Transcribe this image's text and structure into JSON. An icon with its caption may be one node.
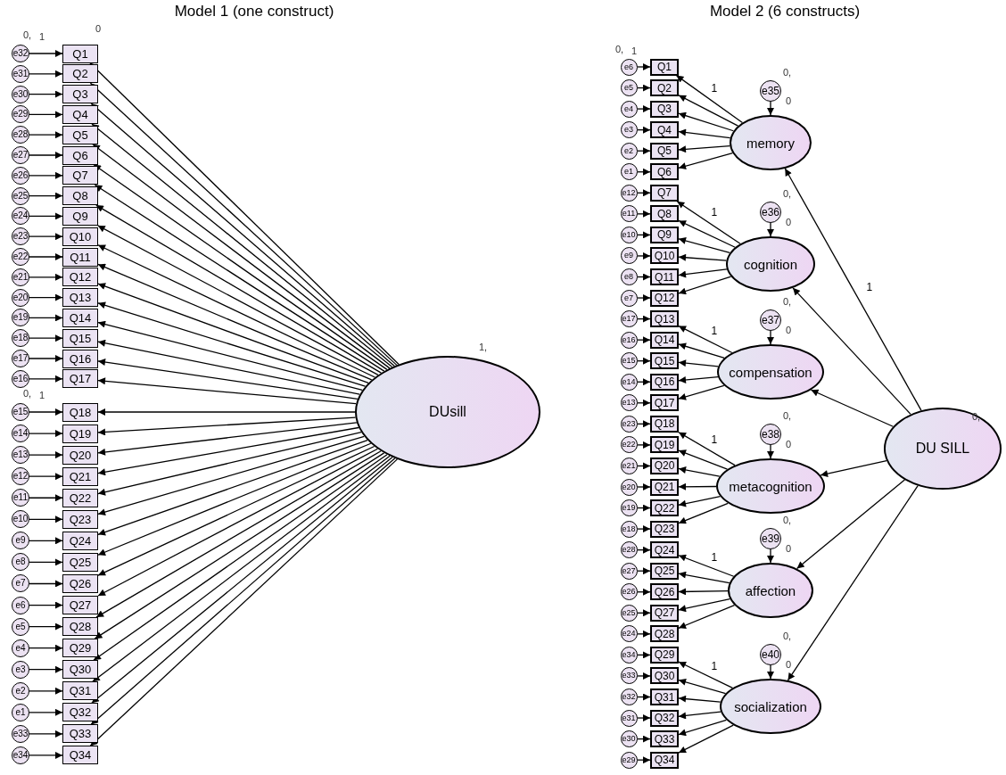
{
  "diagram": {
    "nodes": [
      {
        "text": [
          "Q1"
        ]
      },
      {
        "text": [
          "Q2"
        ]
      },
      {
        "text": [
          "Q3"
        ]
      },
      {
        "text": [
          "Q4"
        ]
      },
      {
        "text": [
          "Q5"
        ]
      },
      {
        "text": [
          "Q6"
        ]
      },
      {
        "text": [
          "Q7"
        ]
      },
      {
        "text": [
          "Q8"
        ]
      },
      {
        "text": [
          "Q9"
        ]
      },
      {
        "text": [
          "Q10"
        ]
      },
      {
        "text": [
          "Q11"
        ]
      },
      {
        "text": [
          "Q12"
        ]
      },
      {
        "text": [
          "Q13"
        ]
      },
      {
        "text": [
          "Q14"
        ]
      },
      {
        "text": [
          "Q15"
        ]
      },
      {
        "text": [
          "Q16"
        ]
      },
      {
        "text": [
          "Q17"
        ]
      },
      {
        "text": [
          "Q18"
        ]
      },
      {
        "text": [
          "Q19"
        ]
      },
      {
        "text": [
          "Q20"
        ]
      },
      {
        "text": [
          "Q21"
        ]
      },
      {
        "text": [
          "Q22"
        ]
      },
      {
        "text": [
          "Q23"
        ]
      },
      {
        "text": [
          "Q24"
        ]
      },
      {
        "text": [
          "Q25"
        ]
      },
      {
        "text": [
          "Q26"
        ]
      },
      {
        "text": [
          "Q27"
        ]
      },
      {
        "text": [
          "Q28"
        ]
      },
      {
        "text": [
          "Q29"
        ]
      },
      {
        "text": [
          "Q30"
        ]
      },
      {
        "text": [
          "Q31"
        ]
      },
      {
        "text": [
          "Q32"
        ]
      },
      {
        "text": [
          "Q33"
        ]
      },
      {
        "text": [
          "Q34"
        ]
      },
      {
        "text": [
          "e32"
        ]
      },
      {
        "text": [
          "e31"
        ]
      },
      {
        "text": [
          "e30"
        ]
      },
      {
        "text": [
          "e29"
        ]
      },
      {
        "text": [
          "e28"
        ]
      },
      {
        "text": [
          "e27"
        ]
      },
      {
        "text": [
          "e26"
        ]
      },
      {
        "text": [
          "e25"
        ]
      },
      {
        "text": [
          "e24"
        ]
      },
      {
        "text": [
          "e23"
        ]
      },
      {
        "text": [
          "e22"
        ]
      },
      {
        "text": [
          "e21"
        ]
      },
      {
        "text": [
          "e20"
        ]
      },
      {
        "text": [
          "e19"
        ]
      },
      {
        "text": [
          "e18"
        ]
      },
      {
        "text": [
          "e17"
        ]
      },
      {
        "text": [
          "e16"
        ]
      },
      {
        "text": [
          "e15"
        ]
      },
      {
        "text": [
          "e14"
        ]
      },
      {
        "text": [
          "e13"
        ]
      },
      {
        "text": [
          "e12"
        ]
      },
      {
        "text": [
          "e11"
        ]
      },
      {
        "text": [
          "e10"
        ]
      },
      {
        "text": [
          "e9"
        ]
      },
      {
        "text": [
          "e8"
        ]
      },
      {
        "text": [
          "e7"
        ]
      },
      {
        "text": [
          "e6"
        ]
      },
      {
        "text": [
          "e5"
        ]
      },
      {
        "text": [
          "e4"
        ]
      },
      {
        "text": [
          "e3"
        ]
      },
      {
        "text": [
          "e2"
        ]
      },
      {
        "text": [
          "e1"
        ]
      },
      {
        "text": [
          "e33"
        ]
      },
      {
        "text": [
          "e34"
        ]
      },
      {
        "text": [
          "DUsill"
        ]
      },
      {
        "text": [
          "Q1"
        ]
      },
      {
        "text": [
          "Q2"
        ]
      },
      {
        "text": [
          "Q3"
        ]
      },
      {
        "text": [
          "Q4"
        ]
      },
      {
        "text": [
          "Q5"
        ]
      },
      {
        "text": [
          "Q6"
        ]
      },
      {
        "text": [
          "Q7"
        ]
      },
      {
        "text": [
          "Q8"
        ]
      },
      {
        "text": [
          "Q9"
        ]
      },
      {
        "text": [
          "Q10"
        ]
      },
      {
        "text": [
          "Q11"
        ]
      },
      {
        "text": [
          "Q12"
        ]
      },
      {
        "text": [
          "Q13"
        ]
      },
      {
        "text": [
          "Q14"
        ]
      },
      {
        "text": [
          "Q15"
        ]
      },
      {
        "text": [
          "Q16"
        ]
      },
      {
        "text": [
          "Q17"
        ]
      },
      {
        "text": [
          "Q18"
        ]
      },
      {
        "text": [
          "Q19"
        ]
      },
      {
        "text": [
          "Q20"
        ]
      },
      {
        "text": [
          "Q21"
        ]
      },
      {
        "text": [
          "Q22"
        ]
      },
      {
        "text": [
          "Q23"
        ]
      },
      {
        "text": [
          "Q24"
        ]
      },
      {
        "text": [
          "Q25"
        ]
      },
      {
        "text": [
          "Q26"
        ]
      },
      {
        "text": [
          "Q27"
        ]
      },
      {
        "text": [
          "Q28"
        ]
      },
      {
        "text": [
          "Q29"
        ]
      },
      {
        "text": [
          "Q30"
        ]
      },
      {
        "text": [
          "Q31"
        ]
      },
      {
        "text": [
          "Q32"
        ]
      },
      {
        "text": [
          "Q33"
        ]
      },
      {
        "text": [
          "Q34"
        ]
      },
      {
        "text": [
          "e6"
        ]
      },
      {
        "text": [
          "e5"
        ]
      },
      {
        "text": [
          "e4"
        ]
      },
      {
        "text": [
          "e3"
        ]
      },
      {
        "text": [
          "e2"
        ]
      },
      {
        "text": [
          "e1"
        ]
      },
      {
        "text": [
          "e12"
        ]
      },
      {
        "text": [
          "e11"
        ]
      },
      {
        "text": [
          "e10"
        ]
      },
      {
        "text": [
          "e9"
        ]
      },
      {
        "text": [
          "e8"
        ]
      },
      {
        "text": [
          "e7"
        ]
      },
      {
        "text": [
          "e17"
        ]
      },
      {
        "text": [
          "e16"
        ]
      },
      {
        "text": [
          "e15"
        ]
      },
      {
        "text": [
          "e14"
        ]
      },
      {
        "text": [
          "e13"
        ]
      },
      {
        "text": [
          "e23"
        ]
      },
      {
        "text": [
          "e22"
        ]
      },
      {
        "text": [
          "e21"
        ]
      },
      {
        "text": [
          "e20"
        ]
      },
      {
        "text": [
          "e19"
        ]
      },
      {
        "text": [
          "e18"
        ]
      },
      {
        "text": [
          "e28"
        ]
      },
      {
        "text": [
          "e27"
        ]
      },
      {
        "text": [
          "e26"
        ]
      },
      {
        "text": [
          "e25"
        ]
      },
      {
        "text": [
          "e24"
        ]
      },
      {
        "text": [
          "e34"
        ]
      },
      {
        "text": [
          "e33"
        ]
      },
      {
        "text": [
          "e32"
        ]
      },
      {
        "text": [
          "e31"
        ]
      },
      {
        "text": [
          "e30"
        ]
      },
      {
        "text": [
          "e29"
        ]
      },
      {
        "text": [
          "memory"
        ]
      },
      {
        "text": [
          "cognition"
        ]
      },
      {
        "text": [
          "compensation"
        ]
      },
      {
        "text": [
          "metacognition"
        ]
      },
      {
        "text": [
          "affection"
        ]
      },
      {
        "text": [
          "socialization"
        ]
      },
      {
        "text": [
          "e35"
        ]
      },
      {
        "text": [
          "e36"
        ]
      },
      {
        "text": [
          "e37"
        ]
      },
      {
        "text": [
          "e38"
        ]
      },
      {
        "text": [
          "e39"
        ]
      },
      {
        "text": [
          "e40"
        ]
      },
      {
        "text": [
          "DU SILL"
        ]
      }
    ],
    "edges": [
      {
        "from": 34,
        "to": 0,
        "arrow": "to"
      },
      {
        "from": 35,
        "to": 1,
        "arrow": "to"
      },
      {
        "from": 36,
        "to": 2,
        "arrow": "to"
      },
      {
        "from": 37,
        "to": 3,
        "arrow": "to"
      },
      {
        "from": 38,
        "to": 4,
        "arrow": "to"
      },
      {
        "from": 39,
        "to": 5,
        "arrow": "to"
      },
      {
        "from": 40,
        "to": 6,
        "arrow": "to"
      },
      {
        "from": 41,
        "to": 7,
        "arrow": "to"
      },
      {
        "from": 42,
        "to": 8,
        "arrow": "to"
      },
      {
        "from": 43,
        "to": 9,
        "arrow": "to"
      },
      {
        "from": 44,
        "to": 10,
        "arrow": "to"
      },
      {
        "from": 45,
        "to": 11,
        "arrow": "to"
      },
      {
        "from": 46,
        "to": 12,
        "arrow": "to"
      },
      {
        "from": 47,
        "to": 13,
        "arrow": "to"
      },
      {
        "from": 48,
        "to": 14,
        "arrow": "to"
      },
      {
        "from": 49,
        "to": 15,
        "arrow": "to"
      },
      {
        "from": 50,
        "to": 16,
        "arrow": "to"
      },
      {
        "from": 51,
        "to": 17,
        "arrow": "to"
      },
      {
        "from": 52,
        "to": 18,
        "arrow": "to"
      },
      {
        "from": 53,
        "to": 19,
        "arrow": "to"
      },
      {
        "from": 54,
        "to": 20,
        "arrow": "to"
      },
      {
        "from": 55,
        "to": 21,
        "arrow": "to"
      },
      {
        "from": 56,
        "to": 22,
        "arrow": "to"
      },
      {
        "from": 57,
        "to": 23,
        "arrow": "to"
      },
      {
        "from": 58,
        "to": 24,
        "arrow": "to"
      },
      {
        "from": 59,
        "to": 25,
        "arrow": "to"
      },
      {
        "from": 60,
        "to": 26,
        "arrow": "to"
      },
      {
        "from": 61,
        "to": 27,
        "arrow": "to"
      },
      {
        "from": 62,
        "to": 28,
        "arrow": "to"
      },
      {
        "from": 63,
        "to": 29,
        "arrow": "to"
      },
      {
        "from": 64,
        "to": 30,
        "arrow": "to"
      },
      {
        "from": 65,
        "to": 31,
        "arrow": "to"
      },
      {
        "from": 66,
        "to": 32,
        "arrow": "to"
      },
      {
        "from": 67,
        "to": 33,
        "arrow": "to"
      },
      {
        "from": 68,
        "to": 0,
        "arrow": "to"
      },
      {
        "from": 68,
        "to": 1,
        "arrow": "to"
      },
      {
        "from": 68,
        "to": 2,
        "arrow": "to"
      },
      {
        "from": 68,
        "to": 3,
        "arrow": "to"
      },
      {
        "from": 68,
        "to": 4,
        "arrow": "to"
      },
      {
        "from": 68,
        "to": 5,
        "arrow": "to"
      },
      {
        "from": 68,
        "to": 6,
        "arrow": "to"
      },
      {
        "from": 68,
        "to": 7,
        "arrow": "to"
      },
      {
        "from": 68,
        "to": 8,
        "arrow": "to"
      },
      {
        "from": 68,
        "to": 9,
        "arrow": "to"
      },
      {
        "from": 68,
        "to": 10,
        "arrow": "to"
      },
      {
        "from": 68,
        "to": 11,
        "arrow": "to"
      },
      {
        "from": 68,
        "to": 12,
        "arrow": "to"
      },
      {
        "from": 68,
        "to": 13,
        "arrow": "to"
      },
      {
        "from": 68,
        "to": 14,
        "arrow": "to"
      },
      {
        "from": 68,
        "to": 15,
        "arrow": "to"
      },
      {
        "from": 68,
        "to": 16,
        "arrow": "to"
      },
      {
        "from": 68,
        "to": 17,
        "arrow": "to"
      },
      {
        "from": 68,
        "to": 18,
        "arrow": "to"
      },
      {
        "from": 68,
        "to": 19,
        "arrow": "to"
      },
      {
        "from": 68,
        "to": 20,
        "arrow": "to"
      },
      {
        "from": 68,
        "to": 21,
        "arrow": "to"
      },
      {
        "from": 68,
        "to": 22,
        "arrow": "to"
      },
      {
        "from": 68,
        "to": 23,
        "arrow": "to"
      },
      {
        "from": 68,
        "to": 24,
        "arrow": "to"
      },
      {
        "from": 68,
        "to": 25,
        "arrow": "to"
      },
      {
        "from": 68,
        "to": 26,
        "arrow": "to"
      },
      {
        "from": 68,
        "to": 27,
        "arrow": "to"
      },
      {
        "from": 68,
        "to": 28,
        "arrow": "to"
      },
      {
        "from": 68,
        "to": 29,
        "arrow": "to"
      },
      {
        "from": 68,
        "to": 30,
        "arrow": "to"
      },
      {
        "from": 68,
        "to": 31,
        "arrow": "to"
      },
      {
        "from": 68,
        "to": 32,
        "arrow": "to"
      },
      {
        "from": 68,
        "to": 33,
        "arrow": "to"
      },
      {
        "from": 103,
        "to": 69,
        "arrow": "to"
      },
      {
        "from": 104,
        "to": 70,
        "arrow": "to"
      },
      {
        "from": 105,
        "to": 71,
        "arrow": "to"
      },
      {
        "from": 106,
        "to": 72,
        "arrow": "to"
      },
      {
        "from": 107,
        "to": 73,
        "arrow": "to"
      },
      {
        "from": 108,
        "to": 74,
        "arrow": "to"
      },
      {
        "from": 109,
        "to": 75,
        "arrow": "to"
      },
      {
        "from": 110,
        "to": 76,
        "arrow": "to"
      },
      {
        "from": 111,
        "to": 77,
        "arrow": "to"
      },
      {
        "from": 112,
        "to": 78,
        "arrow": "to"
      },
      {
        "from": 113,
        "to": 79,
        "arrow": "to"
      },
      {
        "from": 114,
        "to": 80,
        "arrow": "to"
      },
      {
        "from": 115,
        "to": 81,
        "arrow": "to"
      },
      {
        "from": 116,
        "to": 82,
        "arrow": "to"
      },
      {
        "from": 117,
        "to": 83,
        "arrow": "to"
      },
      {
        "from": 118,
        "to": 84,
        "arrow": "to"
      },
      {
        "from": 119,
        "to": 85,
        "arrow": "to"
      },
      {
        "from": 120,
        "to": 86,
        "arrow": "to"
      },
      {
        "from": 121,
        "to": 87,
        "arrow": "to"
      },
      {
        "from": 122,
        "to": 88,
        "arrow": "to"
      },
      {
        "from": 123,
        "to": 89,
        "arrow": "to"
      },
      {
        "from": 124,
        "to": 90,
        "arrow": "to"
      },
      {
        "from": 125,
        "to": 91,
        "arrow": "to"
      },
      {
        "from": 126,
        "to": 92,
        "arrow": "to"
      },
      {
        "from": 127,
        "to": 93,
        "arrow": "to"
      },
      {
        "from": 128,
        "to": 94,
        "arrow": "to"
      },
      {
        "from": 129,
        "to": 95,
        "arrow": "to"
      },
      {
        "from": 130,
        "to": 96,
        "arrow": "to"
      },
      {
        "from": 131,
        "to": 97,
        "arrow": "to"
      },
      {
        "from": 132,
        "to": 98,
        "arrow": "to"
      },
      {
        "from": 133,
        "to": 99,
        "arrow": "to"
      },
      {
        "from": 134,
        "to": 100,
        "arrow": "to"
      },
      {
        "from": 135,
        "to": 101,
        "arrow": "to"
      },
      {
        "from": 136,
        "to": 102,
        "arrow": "to"
      },
      {
        "from": 137,
        "to": 69,
        "arrow": "to",
        "label": "1"
      },
      {
        "from": 137,
        "to": 70,
        "arrow": "to"
      },
      {
        "from": 137,
        "to": 71,
        "arrow": "to"
      },
      {
        "from": 137,
        "to": 72,
        "arrow": "to"
      },
      {
        "from": 137,
        "to": 73,
        "arrow": "to"
      },
      {
        "from": 137,
        "to": 74,
        "arrow": "to"
      },
      {
        "from": 138,
        "to": 75,
        "arrow": "to",
        "label": "1"
      },
      {
        "from": 138,
        "to": 76,
        "arrow": "to"
      },
      {
        "from": 138,
        "to": 77,
        "arrow": "to"
      },
      {
        "from": 138,
        "to": 78,
        "arrow": "to"
      },
      {
        "from": 138,
        "to": 79,
        "arrow": "to"
      },
      {
        "from": 138,
        "to": 80,
        "arrow": "to"
      },
      {
        "from": 139,
        "to": 81,
        "arrow": "to",
        "label": "1"
      },
      {
        "from": 139,
        "to": 82,
        "arrow": "to"
      },
      {
        "from": 139,
        "to": 83,
        "arrow": "to"
      },
      {
        "from": 139,
        "to": 84,
        "arrow": "to"
      },
      {
        "from": 139,
        "to": 85,
        "arrow": "to"
      },
      {
        "from": 140,
        "to": 86,
        "arrow": "to",
        "label": "1"
      },
      {
        "from": 140,
        "to": 87,
        "arrow": "to"
      },
      {
        "from": 140,
        "to": 88,
        "arrow": "to"
      },
      {
        "from": 140,
        "to": 89,
        "arrow": "to"
      },
      {
        "from": 140,
        "to": 90,
        "arrow": "to"
      },
      {
        "from": 140,
        "to": 91,
        "arrow": "to"
      },
      {
        "from": 141,
        "to": 92,
        "arrow": "to",
        "label": "1"
      },
      {
        "from": 141,
        "to": 93,
        "arrow": "to"
      },
      {
        "from": 141,
        "to": 94,
        "arrow": "to"
      },
      {
        "from": 141,
        "to": 95,
        "arrow": "to"
      },
      {
        "from": 141,
        "to": 96,
        "arrow": "to"
      },
      {
        "from": 142,
        "to": 97,
        "arrow": "to",
        "label": "1"
      },
      {
        "from": 142,
        "to": 98,
        "arrow": "to"
      },
      {
        "from": 142,
        "to": 99,
        "arrow": "to"
      },
      {
        "from": 142,
        "to": 100,
        "arrow": "to"
      },
      {
        "from": 142,
        "to": 101,
        "arrow": "to"
      },
      {
        "from": 142,
        "to": 102,
        "arrow": "to"
      },
      {
        "from": 143,
        "to": 137,
        "arrow": "to"
      },
      {
        "from": 144,
        "to": 138,
        "arrow": "to"
      },
      {
        "from": 145,
        "to": 139,
        "arrow": "to"
      },
      {
        "from": 146,
        "to": 140,
        "arrow": "to"
      },
      {
        "from": 147,
        "to": 141,
        "arrow": "to"
      },
      {
        "from": 148,
        "to": 142,
        "arrow": "to"
      },
      {
        "from": 149,
        "to": 137,
        "arrow": "to",
        "label": "1"
      },
      {
        "from": 149,
        "to": 138,
        "arrow": "to"
      },
      {
        "from": 149,
        "to": 139,
        "arrow": "to"
      },
      {
        "from": 149,
        "to": 140,
        "arrow": "to"
      },
      {
        "from": 149,
        "to": 141,
        "arrow": "to"
      },
      {
        "from": 149,
        "to": 142,
        "arrow": "to"
      }
    ],
    "labels": [
      "Model 1 (one construct)",
      "Model 2 (6 constructs)",
      "0,",
      "1",
      "0",
      "0,",
      "1",
      "1,",
      "0,",
      "1",
      "0,",
      "0",
      "0,",
      "0",
      "0,",
      "0",
      "0,",
      "0",
      "0,",
      "0",
      "0,",
      "0",
      "0,"
    ]
  }
}
